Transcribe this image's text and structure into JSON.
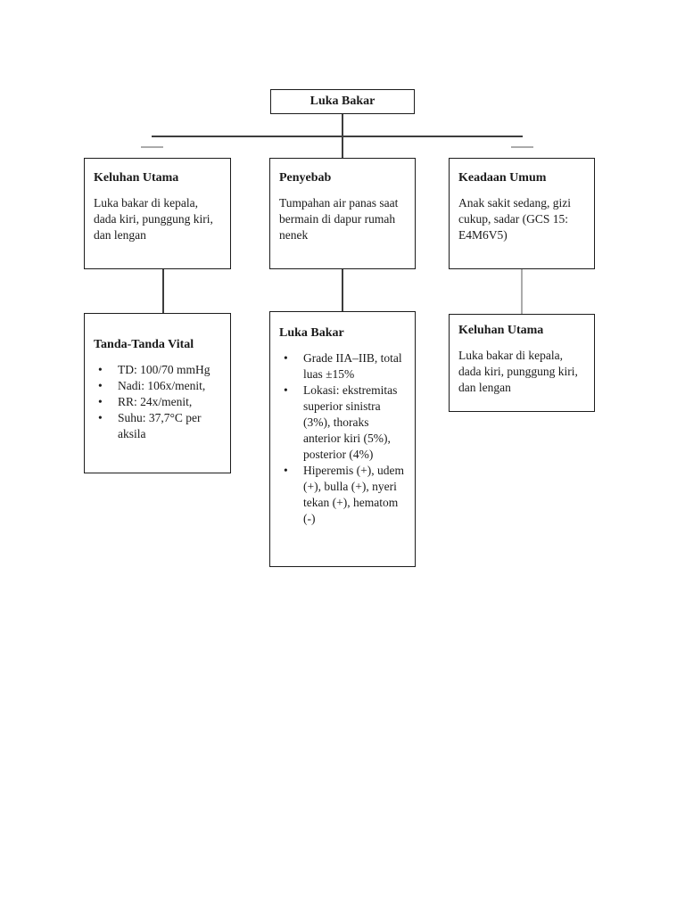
{
  "diagram": {
    "root": {
      "title": "Luka Bakar"
    },
    "row1": [
      {
        "title": "Keluhan Utama",
        "body": "Luka bakar di kepala, dada kiri, punggung kiri, dan lengan"
      },
      {
        "title": "Penyebab",
        "body": "Tumpahan air panas saat bermain di dapur rumah nenek"
      },
      {
        "title": "Keadaan Umum",
        "body": "Anak sakit sedang, gizi cukup, sadar (GCS 15: E4M6V5)"
      }
    ],
    "row2": [
      {
        "title": "Tanda-Tanda Vital",
        "bullets": [
          "TD: 100/70 mmHg",
          "Nadi: 106x/menit,",
          "RR: 24x/menit,",
          "Suhu: 37,7°C per aksila"
        ]
      },
      {
        "title": "Luka Bakar",
        "bullets": [
          "Grade IIA–IIB, total luas ±15%",
          "Lokasi: ekstremitas superior sinistra (3%), thoraks anterior kiri (5%), posterior (4%)",
          "Hiperemis (+), udem (+), bulla (+), nyeri tekan (+), hematom (-)"
        ]
      },
      {
        "title": "Keluhan Utama",
        "body": "Luka bakar di kepala, dada kiri, punggung kiri, dan lengan"
      }
    ],
    "colors": {
      "border": "#1c1c1c",
      "connector": "#3d3d3d",
      "connector_light": "#ababab",
      "text": "#1a1a1a",
      "background": "#ffffff"
    }
  }
}
